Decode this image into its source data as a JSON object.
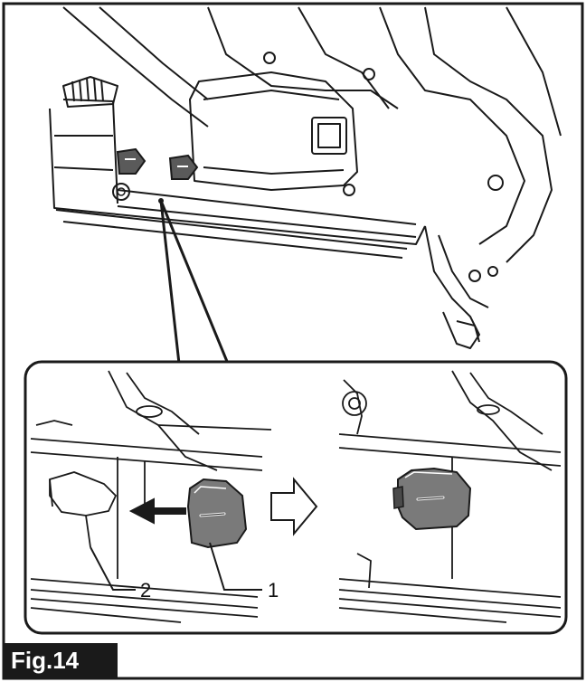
{
  "figure": {
    "label": "Fig.14",
    "callouts": [
      {
        "id": "1",
        "text": "1"
      },
      {
        "id": "2",
        "text": "2"
      }
    ]
  },
  "colors": {
    "ink": "#1a1a1a",
    "stopper_fill": "#7a7a7a",
    "stopper_dark": "#4a4a4a",
    "background": "#ffffff"
  }
}
